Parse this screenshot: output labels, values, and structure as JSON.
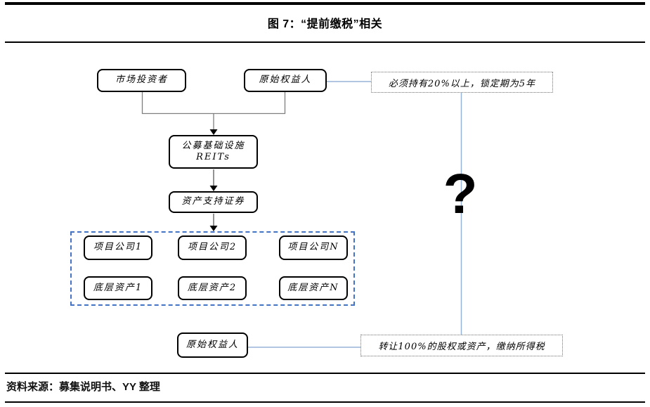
{
  "header": {
    "title": "图 7：“提前缴税”相关"
  },
  "footer": {
    "source": "资料来源：募集说明书、YY 整理"
  },
  "colors": {
    "box_border": "#000000",
    "connector_gray": "#7f7f7f",
    "connector_blue": "#95b3d7",
    "dashed_container_blue": "#4472c4",
    "dotted_note_border": "#6f6f6f"
  },
  "diagram": {
    "market_investor": "市场投资者",
    "original_rights_holder_top": "原始权益人",
    "holding_requirement": "必须持有20%以上，锁定期为5年",
    "public_reits_line1": "公募基础设施",
    "public_reits_line2": "REITs",
    "abs": "资产支持证券",
    "project_companies": [
      "项目公司1",
      "项目公司2",
      "项目公司N"
    ],
    "underlying_assets": [
      "底层资产1",
      "底层资产2",
      "底层资产N"
    ],
    "original_rights_holder_bottom": "原始权益人",
    "transfer_tax": "转让100%的股权或资产，缴纳所得税",
    "question_mark": "?"
  }
}
